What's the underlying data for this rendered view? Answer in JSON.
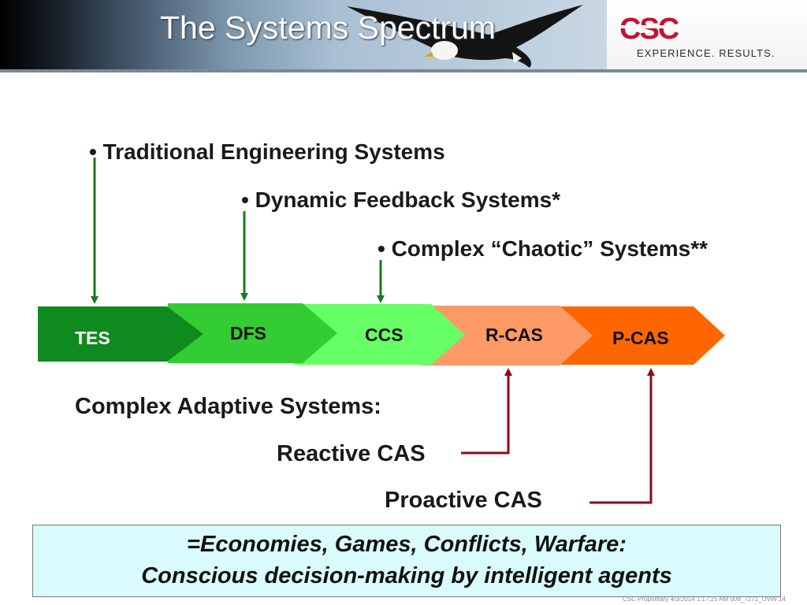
{
  "header": {
    "title": "The Systems Spectrum",
    "logo_text": "CSC",
    "tagline": "EXPERIENCE. RESULTS."
  },
  "bullets": [
    "• Traditional Engineering Systems",
    "• Dynamic Feedback Systems*",
    "• Complex “Chaotic” Systems**"
  ],
  "spectrum": {
    "segments": [
      {
        "label": "TES",
        "color": "#0e8a1e"
      },
      {
        "label": "DFS",
        "color": "#33cc33"
      },
      {
        "label": "CCS",
        "color": "#66ff66"
      },
      {
        "label": "R-CAS",
        "color": "#ff9966"
      },
      {
        "label": "P-CAS",
        "color": "#ff6600"
      }
    ]
  },
  "cas": {
    "heading": "Complex Adaptive Systems:",
    "reactive": "Reactive CAS",
    "proactive": "Proactive CAS"
  },
  "examples": {
    "line1": "=Economies, Games, Conflicts, Warfare:",
    "line2": "Conscious decision-making by intelligent agents"
  },
  "footer": "CSC Proprietary 4/3/2014 1:17:25 AM 008_7271_OVW  14",
  "colors": {
    "green_arrow": "#1a7a1a",
    "red_connector": "#8b0a1e",
    "logo_red": "#c8102e",
    "box_fill": "#d9fbfd"
  }
}
